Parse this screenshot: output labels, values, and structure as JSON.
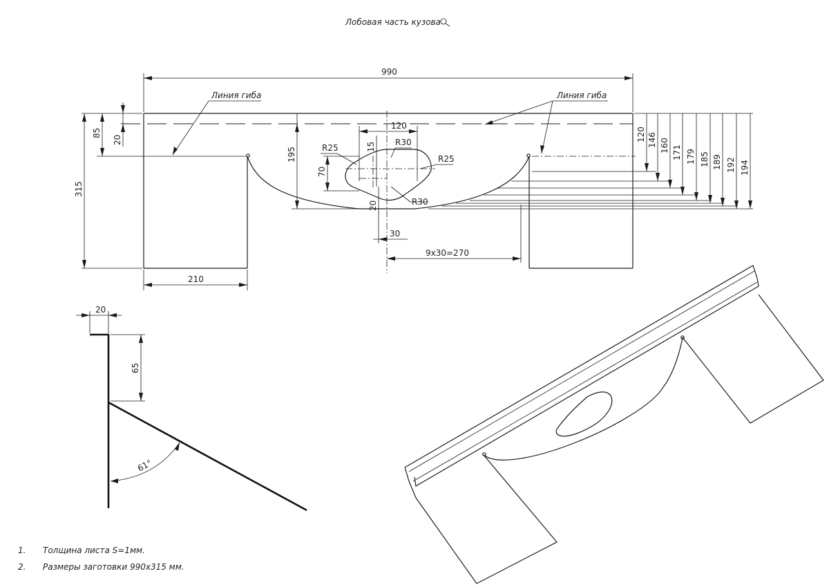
{
  "title": "Лобовая часть кузова",
  "bend_label": "Линия гиба",
  "dims": {
    "width": "990",
    "d85": "85",
    "d20": "20",
    "d315": "315",
    "d195": "195",
    "d70": "70",
    "d120": "120",
    "d15": "15",
    "d20b": "20",
    "d30": "30",
    "pitch": "9x30=270",
    "d210": "210",
    "r25a": "R25",
    "r25b": "R25",
    "r30a": "R30",
    "r30b": "R30",
    "right_stack": [
      "120",
      "146",
      "160",
      "171",
      "179",
      "185",
      "189",
      "192",
      "194"
    ]
  },
  "profile": {
    "d20": "20",
    "d65": "65",
    "angle": "61°"
  },
  "notes": [
    {
      "num": "1.",
      "text": "Толщина листа S=1мм."
    },
    {
      "num": "2.",
      "text": "Размеры заготовки 990x315 мм."
    }
  ]
}
